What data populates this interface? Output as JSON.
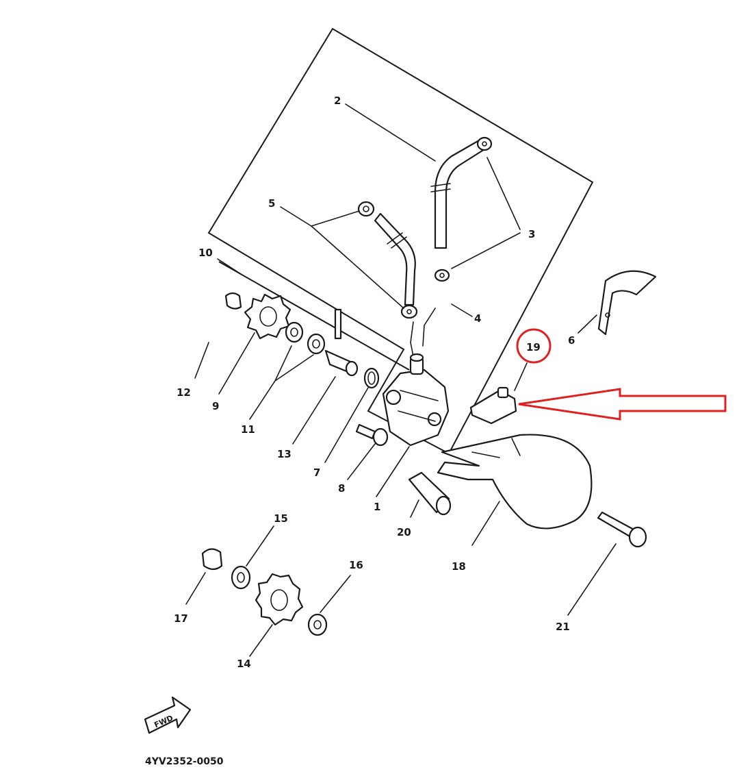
{
  "diagram": {
    "drawing_code": "4YV2352-0050",
    "forward_mark": "FWD",
    "highlight": {
      "part": "19",
      "color": "#e02020"
    },
    "callouts": [
      {
        "id": "1"
      },
      {
        "id": "2"
      },
      {
        "id": "3"
      },
      {
        "id": "4"
      },
      {
        "id": "5"
      },
      {
        "id": "6"
      },
      {
        "id": "7"
      },
      {
        "id": "8"
      },
      {
        "id": "9"
      },
      {
        "id": "10"
      },
      {
        "id": "11"
      },
      {
        "id": "12"
      },
      {
        "id": "13"
      },
      {
        "id": "14"
      },
      {
        "id": "15"
      },
      {
        "id": "16"
      },
      {
        "id": "17"
      },
      {
        "id": "18"
      },
      {
        "id": "19"
      },
      {
        "id": "20"
      },
      {
        "id": "21"
      }
    ]
  }
}
